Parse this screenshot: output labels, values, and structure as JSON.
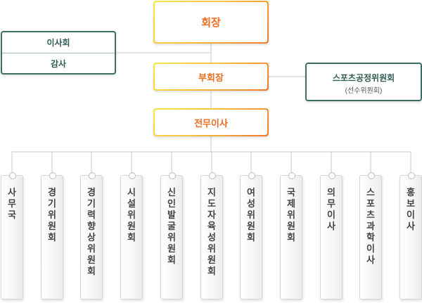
{
  "chairman": "회장",
  "vice_chairman": "부회장",
  "managing_director": "전무이사",
  "board": {
    "directors": "이사회",
    "auditor": "감사"
  },
  "fair_play_committee": {
    "title": "스포츠공정위원회",
    "subtitle": "(선수위원회)"
  },
  "committees": [
    "사무국",
    "경기위원회",
    "경기력향상위원회",
    "시설위원회",
    "신인발굴위원회",
    "지도자육성위원회",
    "여성위원회",
    "국제위원회",
    "의무이사",
    "스포츠과학이사",
    "홍보이사"
  ],
  "colors": {
    "accent": "#ef6b1f",
    "green": "#3b6f63",
    "line": "#c8c8c8"
  }
}
